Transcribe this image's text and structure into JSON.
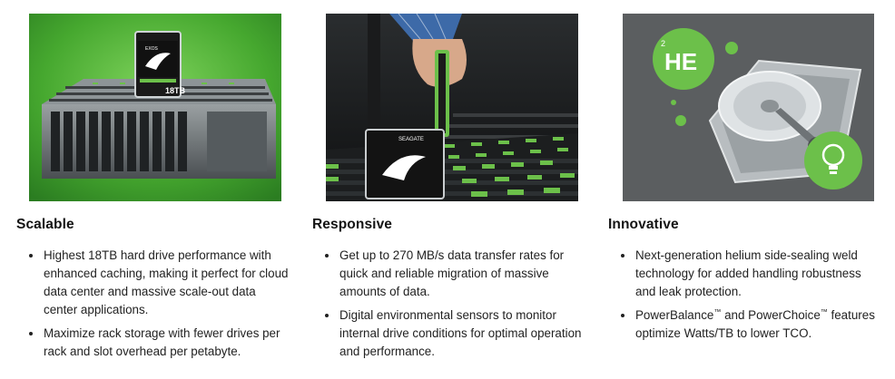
{
  "features": [
    {
      "title": "Scalable",
      "image": {
        "description_icon": "storage-enclosure-image",
        "drive_label": "18TB",
        "drive_brand": "EXOS"
      },
      "bullets": [
        "Highest 18TB hard drive performance with enhanced caching, making it perfect for cloud data center and massive scale-out data center applications.",
        "Maximize rack storage with fewer drives per rack and slot overhead per petabyte."
      ]
    },
    {
      "title": "Responsive",
      "image": {
        "description_icon": "drive-insertion-image",
        "drive_brand": "SEAGATE"
      },
      "bullets": [
        "Get up to 270 MB/s data transfer rates for quick and reliable migration of massive amounts of data.",
        "Digital environmental sensors to monitor internal drive conditions for optimal operation and performance."
      ]
    },
    {
      "title": "Innovative",
      "image": {
        "description_icon": "helium-drive-image",
        "badge_text": "HE",
        "badge_superscript": "2"
      },
      "bullets": [
        "Next-generation helium side-sealing weld technology for added handling robustness and leak protection.",
        {
          "parts": [
            "PowerBalance",
            "™",
            " and PowerChoice",
            "™",
            " features optimize Watts/TB to lower TCO."
          ]
        }
      ]
    }
  ],
  "colors": {
    "accent_green": "#6cc04a",
    "dark_green": "#2f8f2a",
    "text": "#222222"
  }
}
